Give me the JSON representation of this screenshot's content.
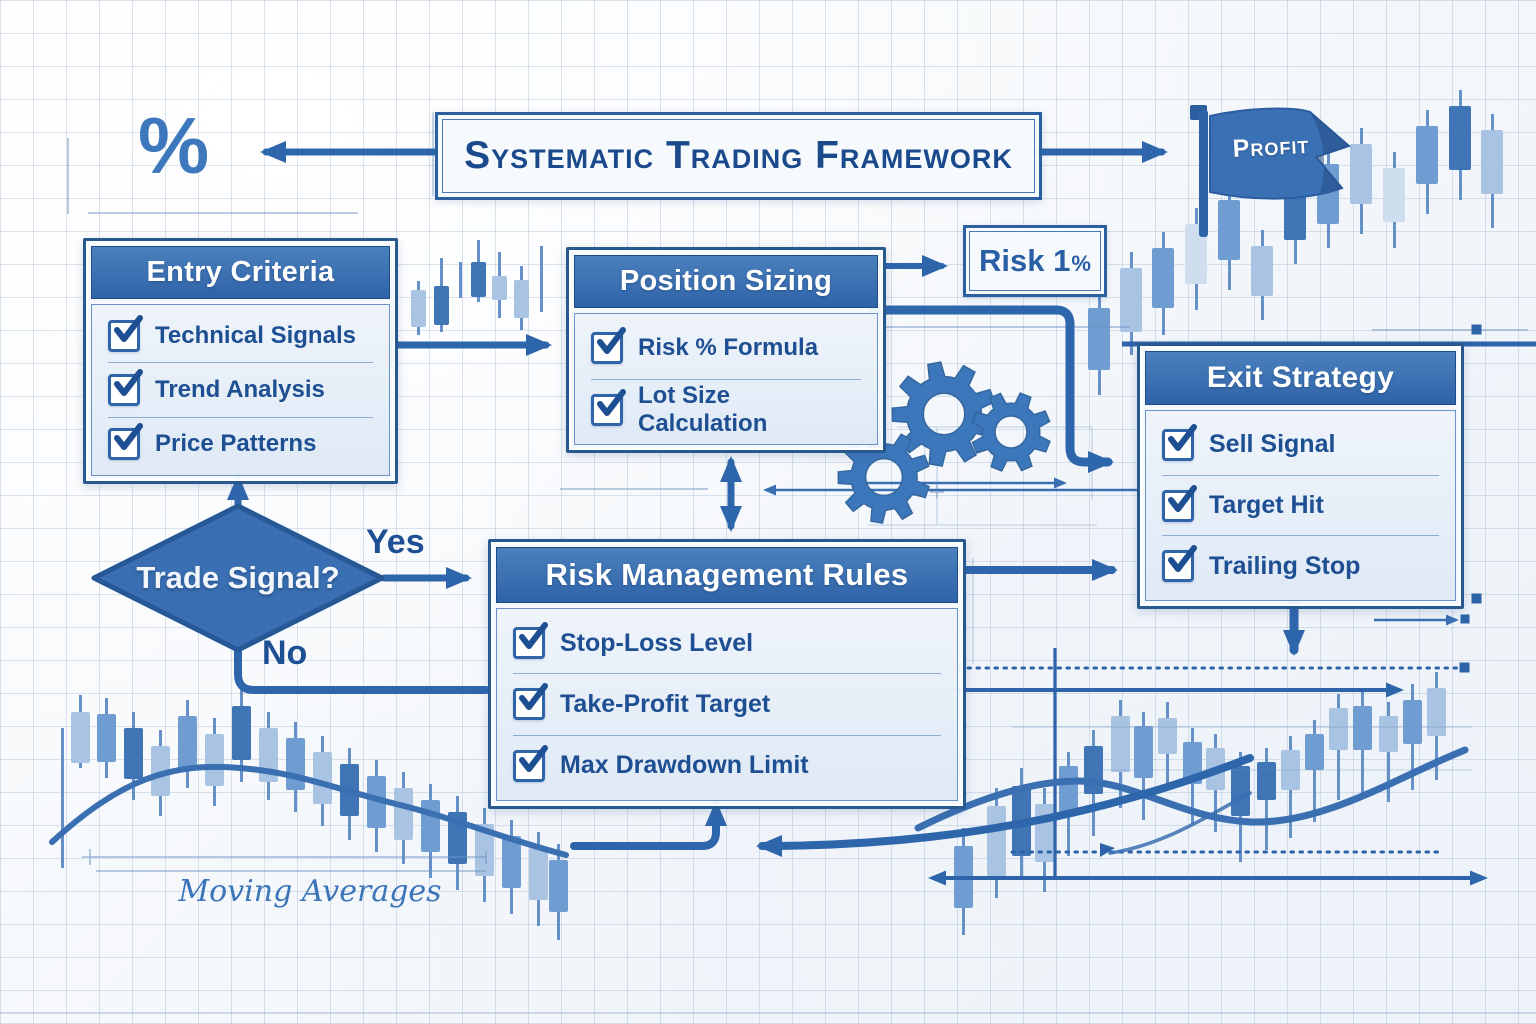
{
  "title": "Systematic Trading Framework",
  "percent_symbol": "%",
  "flag": {
    "label": "Profit"
  },
  "risk_badge": {
    "main": "Risk 1",
    "pct": "%"
  },
  "boxes": {
    "entry": {
      "title": "Entry Criteria",
      "items": [
        "Technical Signals",
        "Trend Analysis",
        "Price Patterns"
      ]
    },
    "position": {
      "title": "Position Sizing",
      "items": [
        "Risk % Formula",
        "Lot Size Calculation"
      ]
    },
    "risk": {
      "title": "Risk Management Rules",
      "items": [
        "Stop-Loss Level",
        "Take-Profit Target",
        "Max Drawdown Limit"
      ]
    },
    "exit": {
      "title": "Exit Strategy",
      "items": [
        "Sell Signal",
        "Target Hit",
        "Trailing Stop"
      ]
    }
  },
  "decision": {
    "label": "Trade Signal?",
    "yes_label": "Yes",
    "no_label": "No"
  },
  "annotations": {
    "moving_averages": "Moving Averages"
  },
  "colors": {
    "accent": "#2e66ac",
    "box_header": "#3a6fb2",
    "box_border": "#27598f",
    "text_dark": "#1d4f92",
    "fill_light": "#eef3fa",
    "grid": "#c9d6e8",
    "candle_light": "#a9c4e3",
    "candle_mid": "#6f9dd1",
    "candle_dark": "#3f74b5"
  },
  "decor": {
    "palette": {
      "a": "#a9c4e3",
      "b": "#6f9dd1",
      "c": "#3f74b5",
      "d": "#cfdeef",
      "wick": "#5585c2"
    },
    "charts": {
      "mid": {
        "candle_width": 15,
        "wick_width": 3,
        "candles": [
          [
            392,
            278,
            370,
            0,
            0,
            "w"
          ],
          [
            418,
            281,
            335,
            290,
            327,
            "a"
          ],
          [
            441,
            258,
            332,
            286,
            325,
            "c"
          ],
          [
            460,
            262,
            298,
            0,
            0,
            "w"
          ],
          [
            478,
            240,
            302,
            262,
            297,
            "c"
          ],
          [
            499,
            252,
            318,
            276,
            300,
            "a"
          ],
          [
            521,
            266,
            330,
            280,
            318,
            "a"
          ],
          [
            541,
            246,
            312,
            0,
            0,
            "w"
          ]
        ]
      },
      "top_right": {
        "candle_width": 22,
        "wick_width": 3,
        "candles": [
          [
            1099,
            290,
            395,
            308,
            370,
            "b"
          ],
          [
            1131,
            252,
            355,
            268,
            332,
            "a"
          ],
          [
            1163,
            232,
            335,
            248,
            308,
            "b"
          ],
          [
            1196,
            208,
            310,
            224,
            284,
            "d"
          ],
          [
            1229,
            184,
            290,
            200,
            260,
            "b"
          ],
          [
            1262,
            230,
            320,
            246,
            296,
            "a"
          ],
          [
            1295,
            172,
            264,
            188,
            240,
            "c"
          ],
          [
            1328,
            148,
            248,
            164,
            224,
            "b"
          ],
          [
            1361,
            128,
            234,
            144,
            204,
            "a"
          ],
          [
            1394,
            152,
            248,
            168,
            222,
            "d"
          ],
          [
            1427,
            110,
            214,
            126,
            184,
            "b"
          ],
          [
            1460,
            90,
            200,
            106,
            170,
            "c"
          ],
          [
            1492,
            114,
            228,
            130,
            194,
            "a"
          ]
        ]
      },
      "bottom_left": {
        "candle_width": 19,
        "wick_width": 3,
        "candles": [
          [
            62,
            728,
            868,
            0,
            0,
            "w"
          ],
          [
            80,
            695,
            768,
            712,
            763,
            "a"
          ],
          [
            106,
            698,
            778,
            714,
            762,
            "b"
          ],
          [
            133,
            712,
            800,
            728,
            779,
            "c"
          ],
          [
            160,
            730,
            816,
            746,
            796,
            "a"
          ],
          [
            187,
            700,
            788,
            716,
            768,
            "b"
          ],
          [
            214,
            718,
            806,
            734,
            786,
            "a"
          ],
          [
            241,
            690,
            782,
            706,
            760,
            "c"
          ],
          [
            268,
            712,
            800,
            728,
            782,
            "a"
          ],
          [
            295,
            722,
            812,
            738,
            790,
            "b"
          ],
          [
            322,
            736,
            826,
            752,
            804,
            "a"
          ],
          [
            349,
            748,
            840,
            764,
            816,
            "c"
          ],
          [
            376,
            760,
            852,
            776,
            828,
            "b"
          ],
          [
            403,
            772,
            864,
            788,
            840,
            "a"
          ],
          [
            430,
            784,
            878,
            800,
            852,
            "b"
          ],
          [
            457,
            796,
            890,
            812,
            864,
            "c"
          ],
          [
            484,
            808,
            902,
            824,
            876,
            "a"
          ],
          [
            511,
            820,
            914,
            836,
            888,
            "b"
          ],
          [
            538,
            832,
            926,
            848,
            900,
            "a"
          ],
          [
            558,
            844,
            940,
            860,
            912,
            "b"
          ]
        ]
      },
      "bottom_right": {
        "candle_width": 19,
        "wick_width": 3,
        "candles": [
          [
            963,
            828,
            935,
            846,
            908,
            "b"
          ],
          [
            996,
            788,
            898,
            806,
            876,
            "a"
          ],
          [
            1021,
            768,
            880,
            786,
            856,
            "c"
          ],
          [
            1044,
            788,
            892,
            804,
            862,
            "a"
          ],
          [
            1068,
            752,
            856,
            766,
            812,
            "b"
          ],
          [
            1093,
            730,
            836,
            746,
            794,
            "c"
          ],
          [
            1120,
            700,
            808,
            716,
            772,
            "a"
          ],
          [
            1143,
            712,
            820,
            726,
            778,
            "b"
          ],
          [
            1167,
            702,
            790,
            718,
            754,
            "a"
          ],
          [
            1192,
            728,
            824,
            742,
            784,
            "b"
          ],
          [
            1215,
            734,
            832,
            748,
            790,
            "a"
          ],
          [
            1240,
            752,
            862,
            766,
            816,
            "c"
          ],
          [
            1266,
            748,
            850,
            762,
            800,
            "c"
          ],
          [
            1290,
            736,
            838,
            750,
            790,
            "a"
          ],
          [
            1314,
            720,
            822,
            734,
            770,
            "b"
          ],
          [
            1338,
            694,
            800,
            708,
            750,
            "a"
          ],
          [
            1362,
            692,
            798,
            706,
            750,
            "b"
          ],
          [
            1388,
            702,
            802,
            716,
            752,
            "a"
          ],
          [
            1412,
            684,
            790,
            700,
            744,
            "b"
          ],
          [
            1436,
            672,
            780,
            688,
            736,
            "a"
          ]
        ]
      }
    },
    "gears": [
      [
        944,
        414,
        52,
        9
      ],
      [
        1011,
        432,
        40,
        8
      ],
      [
        884,
        477,
        46,
        9
      ]
    ]
  }
}
